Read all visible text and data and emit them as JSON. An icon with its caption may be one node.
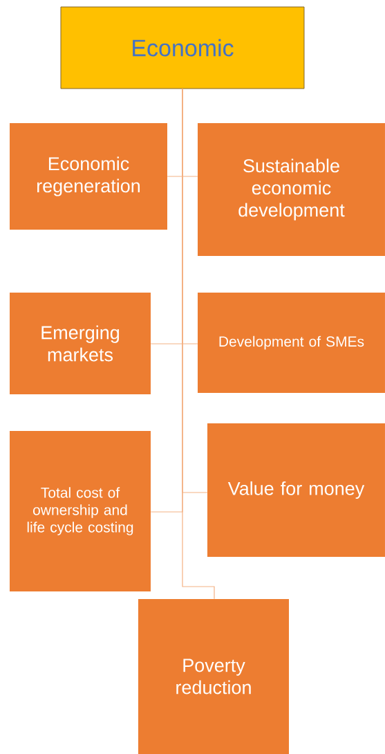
{
  "diagram": {
    "nodes": [
      {
        "text": [
          "Economic"
        ]
      },
      {
        "text": [
          "Economic regeneration"
        ]
      },
      {
        "text": [
          "Sustainable economic development"
        ]
      },
      {
        "text": [
          "Emerging markets"
        ]
      },
      {
        "text": [
          "Development of SMEs"
        ]
      },
      {
        "text": [
          "Total cost of ownership and life cycle costing"
        ]
      },
      {
        "text": [
          "Value for money"
        ]
      },
      {
        "text": [
          "Poverty reduction"
        ]
      }
    ],
    "edges": [
      {
        "from": 0,
        "to": 1,
        "arrow": "none"
      },
      {
        "from": 0,
        "to": 2,
        "arrow": "none"
      },
      {
        "from": 0,
        "to": 3,
        "arrow": "none"
      },
      {
        "from": 0,
        "to": 4,
        "arrow": "none"
      },
      {
        "from": 0,
        "to": 5,
        "arrow": "none"
      },
      {
        "from": 0,
        "to": 6,
        "arrow": "none"
      },
      {
        "from": 0,
        "to": 7,
        "arrow": "none"
      }
    ]
  }
}
